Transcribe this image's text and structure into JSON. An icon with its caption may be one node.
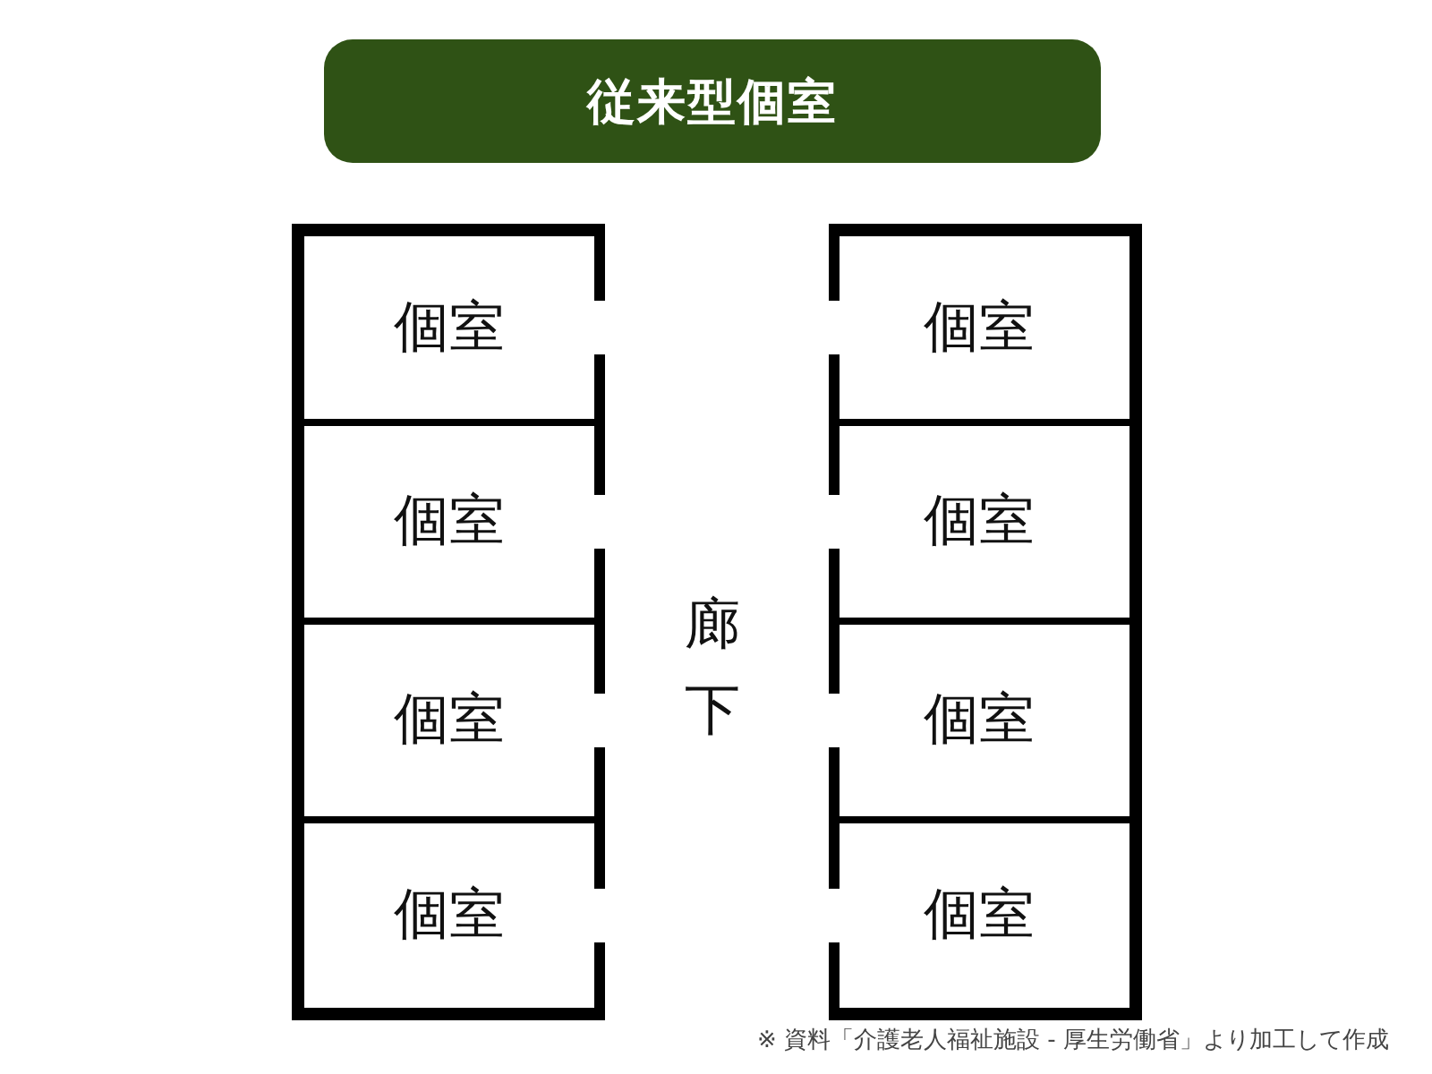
{
  "diagram": {
    "title": "従来型個室",
    "caption": "※ 資料「介護老人福祉施設 - 厚生労働省」より加工して作成",
    "nodes": [
      {
        "text": [
          "個室"
        ]
      },
      {
        "text": [
          "個室"
        ]
      },
      {
        "text": [
          "個室"
        ]
      },
      {
        "text": [
          "個室"
        ]
      },
      {
        "text": [
          "個室"
        ]
      },
      {
        "text": [
          "個室"
        ]
      },
      {
        "text": [
          "個室"
        ]
      },
      {
        "text": [
          "個室"
        ]
      }
    ],
    "labels": [
      "廊下"
    ]
  }
}
